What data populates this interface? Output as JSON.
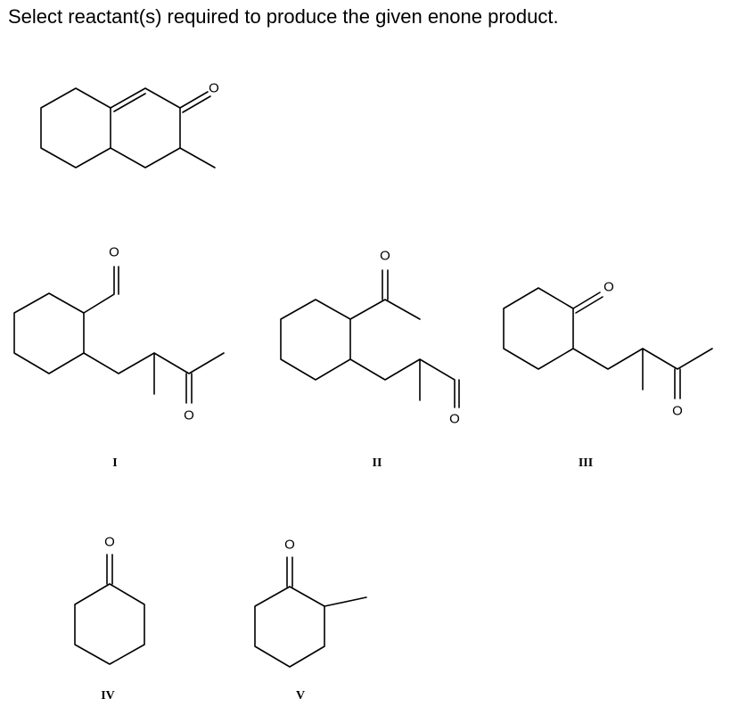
{
  "question": "Select reactant(s) required to produce the given enone product.",
  "atom_symbol": "O",
  "structures": {
    "product": {},
    "reactant_1": {
      "label": "I"
    },
    "reactant_2": {
      "label": "II"
    },
    "reactant_3": {
      "label": "III"
    },
    "reactant_4": {
      "label": "IV"
    },
    "reactant_5": {
      "label": "V"
    }
  }
}
